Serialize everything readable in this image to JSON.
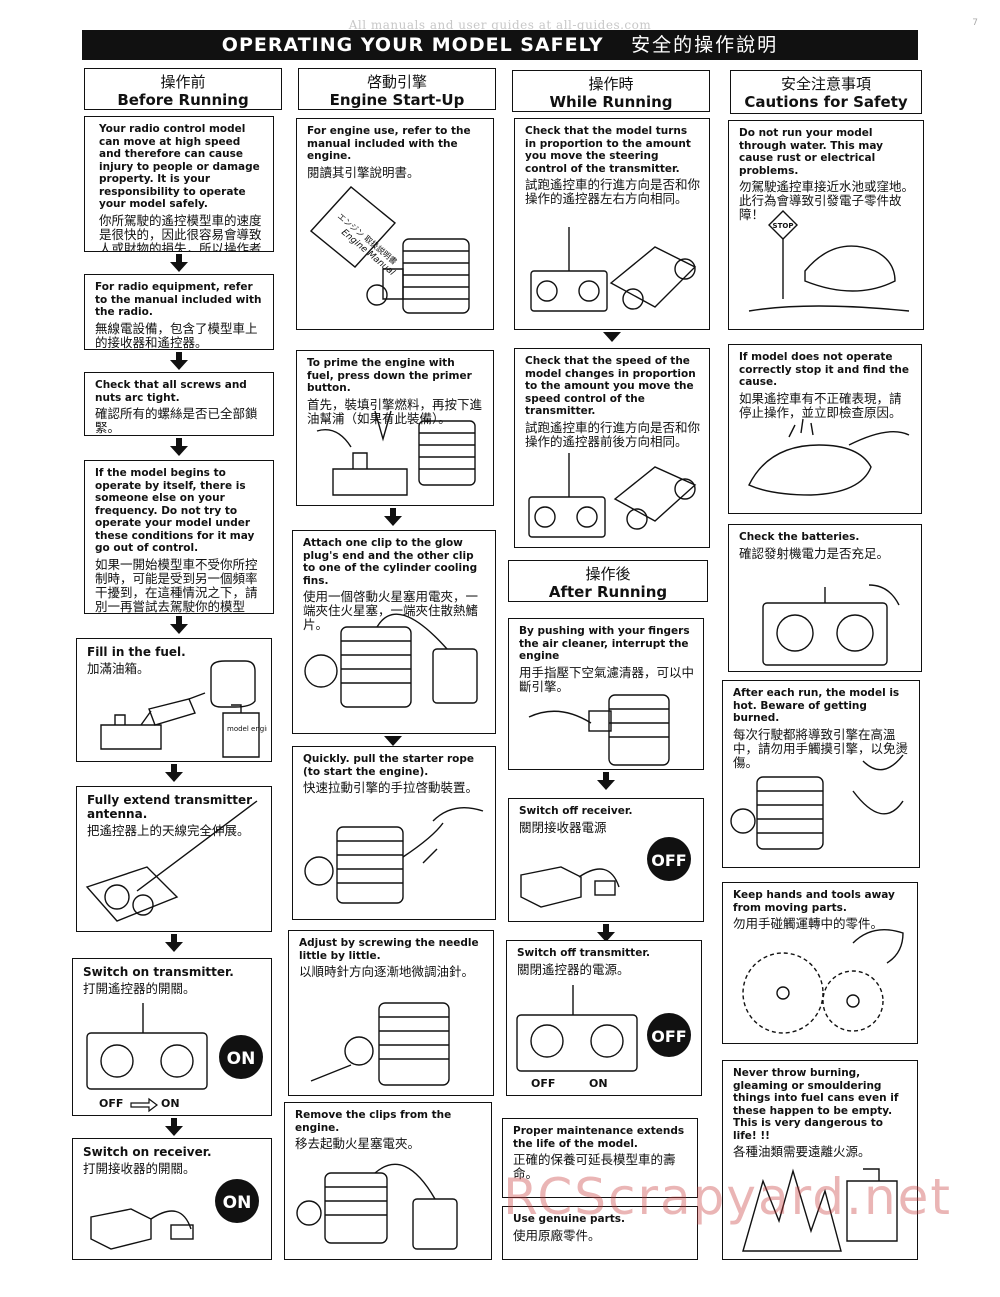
{
  "top_note": "All manuals and user guides at all-guides.com",
  "page_mark": "7",
  "title": {
    "en": "OPERATING YOUR MODEL SAFELY",
    "zh": "安全的操作說明"
  },
  "columns": {
    "before": {
      "zh": "操作前",
      "en": "Before Running"
    },
    "startup": {
      "zh": "啓動引擎",
      "en": "Engine Start-Up"
    },
    "while": {
      "zh": "操作時",
      "en": "While Running"
    },
    "cautions": {
      "zh": "安全注意事項",
      "en": "Cautions for Safety"
    },
    "after": {
      "zh": "操作後",
      "en": "After Running"
    }
  },
  "before_steps": [
    {
      "en": "Your radio control model can move at high speed and therefore can cause injury to people or damage property. It is your responsibility to operate your model safely.",
      "zh": "你所駕駛的遙控模型車的速度是很快的，因此很容易會導致人或財物的損失，所以操作者需負責其安全性。"
    },
    {
      "en": "For radio equipment, refer to the manual included with the radio.",
      "zh": "無線電設備，包含了模型車上的接收器和遙控器。"
    },
    {
      "en": "Check that all screws and nuts arc tight.",
      "zh": "確認所有的螺絲是否已全部鎖緊。"
    },
    {
      "en": "If the model begins to operate by itself, there is someone else on your frequency. Do not try to operate your model under these conditions for it may go out of control.",
      "zh": "如果一開始模型車不受你所控制時，可能是受到另一個頻率干擾到，在這種情況之下，請別一再嘗試去駕駛你的模型車，以免它失控。"
    },
    {
      "en": "Fill in the fuel.",
      "zh": "加滿油箱。"
    },
    {
      "en": "Fully extend transmitter antenna.",
      "zh": "把遙控器上的天線完全伸展。"
    },
    {
      "en": "Switch on transmitter.",
      "zh": "打開遙控器的開關。"
    },
    {
      "en": "Switch on receiver.",
      "zh": "打開接收器的開關。"
    }
  ],
  "startup_steps": [
    {
      "en": "For engine use, refer to the manual included with the engine.",
      "zh": "閱讀其引擎說明書。"
    },
    {
      "en": "To prime the engine with fuel, press down the primer button.",
      "zh": "首先，裝填引擎燃料，再按下進油幫浦（如果有此裝備）。"
    },
    {
      "en": "Attach one clip to the glow plug's end and the other clip to one of the cylinder cooling fins.",
      "zh": "使用一個啓動火星塞用電夾，一端夾住火星塞，一端夾住散熱鰭片。"
    },
    {
      "en": "Quickly. pull the starter rope (to start the engine).",
      "zh": "快速拉動引擎的手拉啓動裝置。"
    },
    {
      "en": "Adjust by screwing the needle little by little.",
      "zh": "以順時針方向逐漸地微調油針。"
    },
    {
      "en": "Remove the clips from the engine.",
      "zh": "移去起動火星塞電夾。"
    }
  ],
  "while_steps": [
    {
      "en": "Check that the model turns in proportion to the amount you move the steering control of the transmitter.",
      "zh": "試跑遙控車的行進方向是否和你操作的遙控器左右方向相同。"
    },
    {
      "en": "Check that the speed of the model changes in proportion to the amount you move the speed control of the transmitter.",
      "zh": "試跑遙控車的行進方向是否和你操作的遙控器前後方向相同。"
    }
  ],
  "after_steps": [
    {
      "en": "By pushing with your fingers the air cleaner, interrupt the engine",
      "zh": "用手指壓下空氣濾清器，可以中斷引擎。"
    },
    {
      "en": "Switch off receiver.",
      "zh": "關閉接收器電源"
    },
    {
      "en": "Switch off transmitter.",
      "zh": "關閉遙控器的電源。"
    },
    {
      "en": "Proper maintenance extends the life of the model.",
      "zh": "正確的保養可延長模型車的壽命。"
    },
    {
      "en": "Use genuine parts.",
      "zh": "使用原廠零件。"
    }
  ],
  "caution_steps": [
    {
      "en": "Do not run your model through water. This may cause rust or electrical problems.",
      "zh": "勿駕駛遙控車接近水池或窪地。此行為會導致引發電子零件故障！"
    },
    {
      "en": "If model does not operate correctly stop it and find the cause.",
      "zh": "如果遙控車有不正確表現，請停止操作，並立即檢查原因。"
    },
    {
      "en": "Check the batteries.",
      "zh": "確認發射機電力是否充足。"
    },
    {
      "en": "After each run, the model is hot. Beware of getting burned.",
      "zh": "每次行駛都將導致引擎在高溫中，請勿用手觸摸引擎，以免燙傷。"
    },
    {
      "en": "Keep hands and tools away from moving parts.",
      "zh": "勿用手碰觸運轉中的零件。"
    },
    {
      "en": "Never throw burning, gleaming or smouldering things into fuel cans even if these happen to be empty. This is very dangerous to life! !!",
      "zh": "各種油類需要遠離火源。"
    }
  ],
  "art_labels": {
    "engine_manual_zh": "エンジン 取扱説明書",
    "engine_manual_en": "Engine Manual",
    "stop_sign": "STOP",
    "fuel_can": "model engine fuel",
    "on": "ON",
    "off": "OFF",
    "switch_off": "OFF",
    "switch_on": "ON"
  },
  "watermark": "RCScrapyard.net"
}
